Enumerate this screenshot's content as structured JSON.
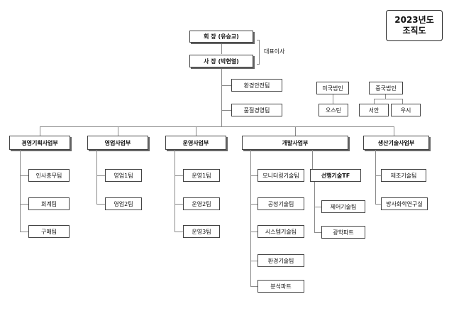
{
  "title": {
    "line1": "2023년도",
    "line2": "조직도"
  },
  "executives": {
    "chairman": "회 장 (유승교)",
    "president": "사 장 (박현열)",
    "role_label": "대표이사"
  },
  "direct_teams": [
    "환경안전팀",
    "품질경영팀"
  ],
  "subsidiaries": [
    {
      "name": "미국법인",
      "units": [
        "오스틴"
      ]
    },
    {
      "name": "중국법인",
      "units": [
        "서안",
        "우시"
      ]
    }
  ],
  "divisions": [
    {
      "name": "경영기획사업부",
      "teams": [
        "인사총무팀",
        "회계팀",
        "구매팀"
      ]
    },
    {
      "name": "영업사업부",
      "teams": [
        "영업1팀",
        "영업2팀"
      ]
    },
    {
      "name": "운영사업부",
      "teams": [
        "운영1팀",
        "운영2팀",
        "운영3팀"
      ]
    },
    {
      "name": "개발사업부",
      "teams": [
        "모니터링기술팀",
        "공정기술팀",
        "시스템기술팀",
        "환경기술팀",
        "분석파트"
      ],
      "sub_unit": {
        "name": "선행기술TF",
        "teams": [
          "제어기술팀",
          "광학파트"
        ]
      }
    },
    {
      "name": "생산기술사업부",
      "teams": [
        "제조기술팀",
        "방사화학연구실"
      ]
    }
  ]
}
